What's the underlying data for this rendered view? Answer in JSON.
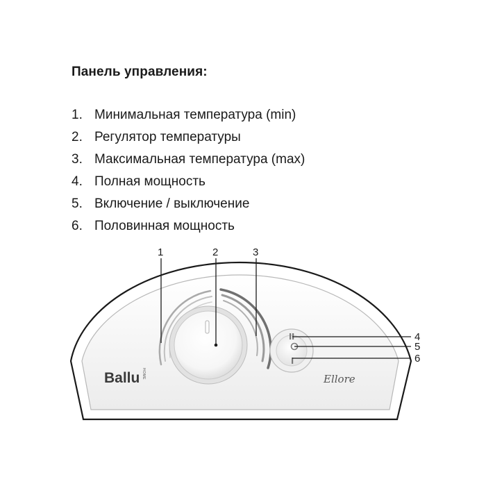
{
  "heading": "Панель управления:",
  "legend": [
    {
      "num": "1.",
      "text": "Минимальная температура (min)"
    },
    {
      "num": "2.",
      "text": "Регулятор температуры"
    },
    {
      "num": "3.",
      "text": "Максимальная температура (max)"
    },
    {
      "num": "4.",
      "text": "Полная мощность"
    },
    {
      "num": "5.",
      "text": "Включение / выключение"
    },
    {
      "num": "6.",
      "text": "Половинная мощность"
    }
  ],
  "callouts": [
    "1",
    "2",
    "3",
    "4",
    "5",
    "6"
  ],
  "brand": {
    "name": "Ballu",
    "sub": "HOME",
    "model": "Ellore"
  },
  "icons": {
    "temperature_knob": "thermostat-knob-icon",
    "power_switch": "rocker-switch-icon"
  },
  "colors": {
    "panel_fill": "#f2f2f2",
    "outline": "#1a1a1a",
    "text": "#1a1a1a"
  }
}
